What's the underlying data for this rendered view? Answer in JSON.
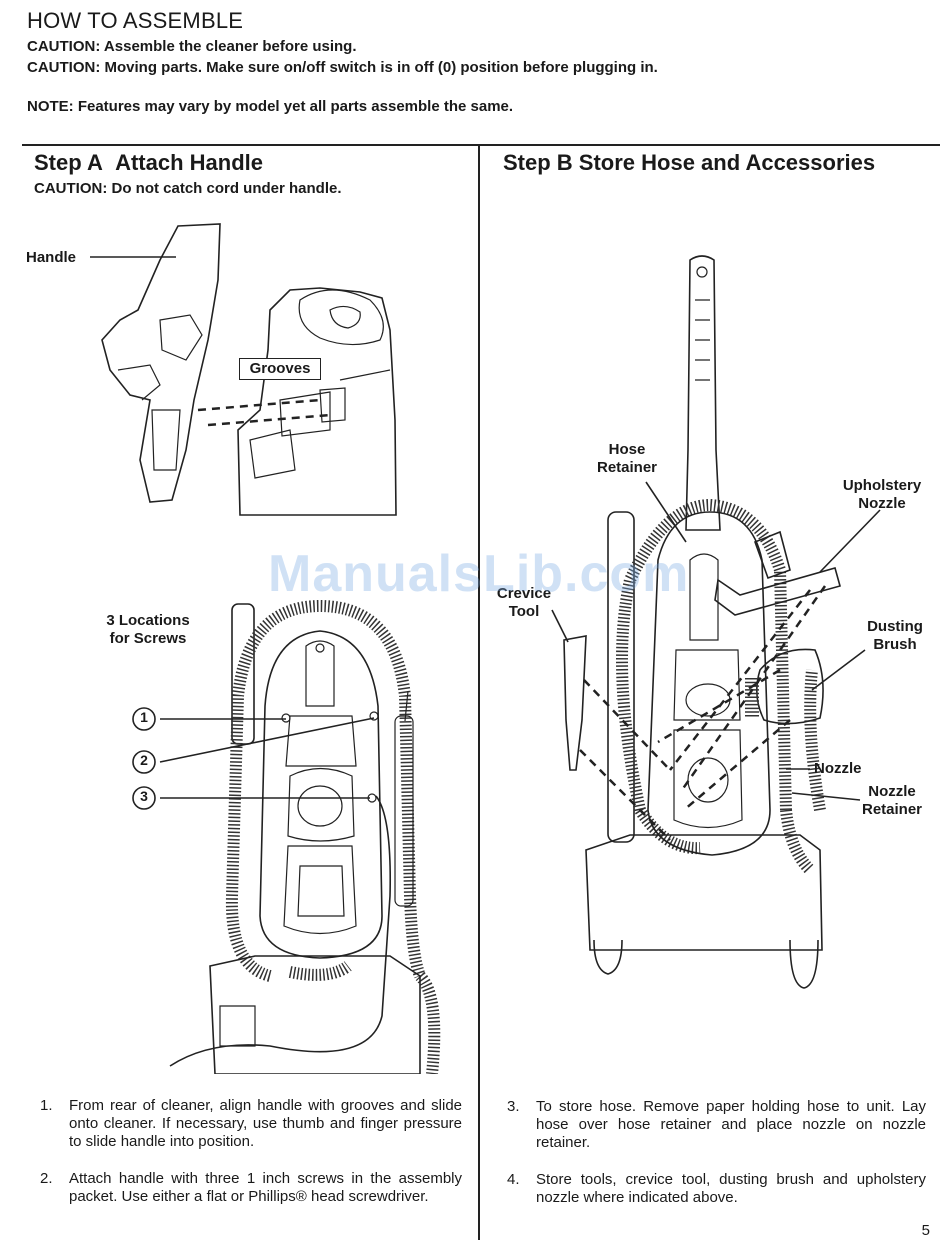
{
  "header": {
    "title": "HOW TO ASSEMBLE",
    "caution_1": "CAUTION:  Assemble the cleaner before using.",
    "caution_2": "CAUTION:  Moving parts. Make sure on/off switch is in off (0) position before plugging in.",
    "note": "NOTE:  Features may vary by model yet all parts assemble the same."
  },
  "step_a": {
    "title_prefix": "Step A",
    "title_rest": "Attach Handle",
    "caution": "CAUTION: Do not catch cord under handle.",
    "labels": {
      "handle": "Handle",
      "grooves": "Grooves",
      "screws_line1": "3 Locations",
      "screws_line2": "for Screws",
      "screw_1": "1",
      "screw_2": "2",
      "screw_3": "3"
    },
    "instructions": [
      {
        "num": "1.",
        "text": "From rear of cleaner, align handle with grooves and slide onto cleaner. If necessary, use thumb and finger pressure to slide handle into position."
      },
      {
        "num": "2.",
        "text": "Attach handle with three 1 inch screws in the assembly packet. Use either a flat or Phillips® head screwdriver."
      }
    ]
  },
  "step_b": {
    "title": "Step B Store Hose and Accessories",
    "labels": {
      "hose_retainer_1": "Hose",
      "hose_retainer_2": "Retainer",
      "crevice_1": "Crevice",
      "crevice_2": "Tool",
      "upholstery_1": "Upholstery",
      "upholstery_2": "Nozzle",
      "dusting_1": "Dusting",
      "dusting_2": "Brush",
      "nozzle": "Nozzle",
      "nozzle_retainer_1": "Nozzle",
      "nozzle_retainer_2": "Retainer"
    },
    "instructions": [
      {
        "num": "3.",
        "text": "To store hose. Remove paper holding hose to unit. Lay hose over hose retainer and place nozzle on nozzle retainer."
      },
      {
        "num": "4.",
        "text": "Store tools, crevice tool, dusting brush and upholstery nozzle where indicated above."
      }
    ]
  },
  "page_number": "5",
  "watermark": "ManualsLib.com"
}
